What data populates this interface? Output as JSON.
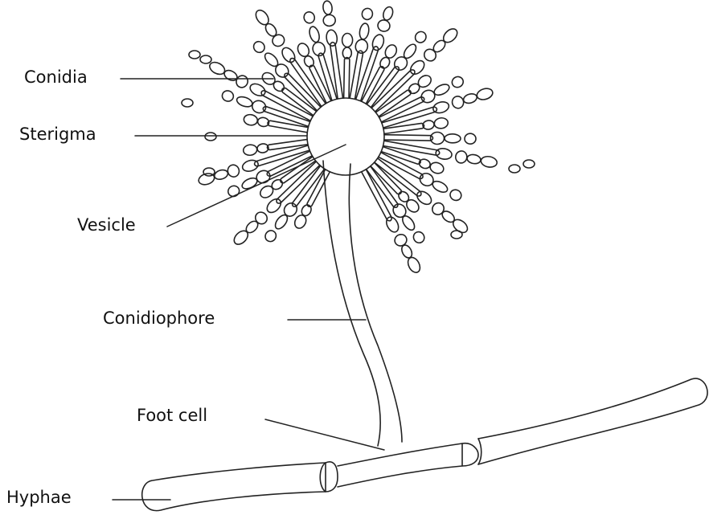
{
  "diagram": {
    "labels": {
      "conidia": "Conidia",
      "sterigma": "Sterigma",
      "vesicle": "Vesicle",
      "conidiophore": "Conidiophore",
      "foot_cell": "Foot cell",
      "hyphae": "Hyphae"
    },
    "colors": {
      "line": "#222222",
      "background": "#ffffff"
    }
  }
}
